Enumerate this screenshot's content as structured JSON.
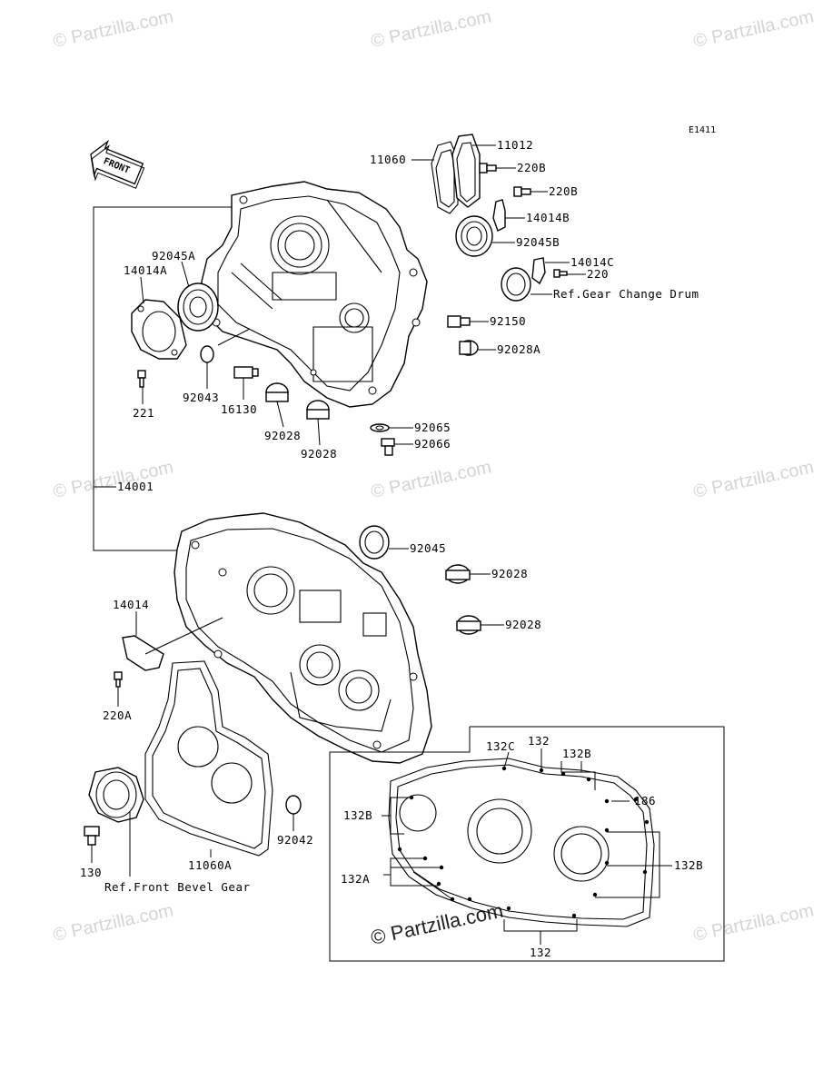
{
  "diagram_code": "E1411",
  "front_arrow": "FRONT",
  "watermark": "© Partzilla.com",
  "labels": {
    "l11060": "11060",
    "l11012": "11012",
    "l220B_1": "220B",
    "l220B_2": "220B",
    "l14014B": "14014B",
    "l92045B": "92045B",
    "l14014C": "14014C",
    "l220": "220",
    "ref_gear_change_drum": "Ref.Gear Change Drum",
    "l92150": "92150",
    "l92028A": "92028A",
    "l92065": "92065",
    "l92066": "92066",
    "l92045A": "92045A",
    "l14014A": "14014A",
    "l221": "221",
    "l92043": "92043",
    "l16130": "16130",
    "l92028_a": "92028",
    "l92028_b": "92028",
    "l14001": "14001",
    "l92045": "92045",
    "l92028_c": "92028",
    "l92028_d": "92028",
    "l14014": "14014",
    "l220A": "220A",
    "l92042": "92042",
    "l11060A": "11060A",
    "l130": "130",
    "ref_front_bevel_gear": "Ref.Front Bevel Gear",
    "l132C": "132C",
    "l132_top": "132",
    "l132B_top": "132B",
    "l186": "186",
    "l132B_left": "132B",
    "l132B_right": "132B",
    "l132A": "132A",
    "l132_bottom": "132"
  }
}
